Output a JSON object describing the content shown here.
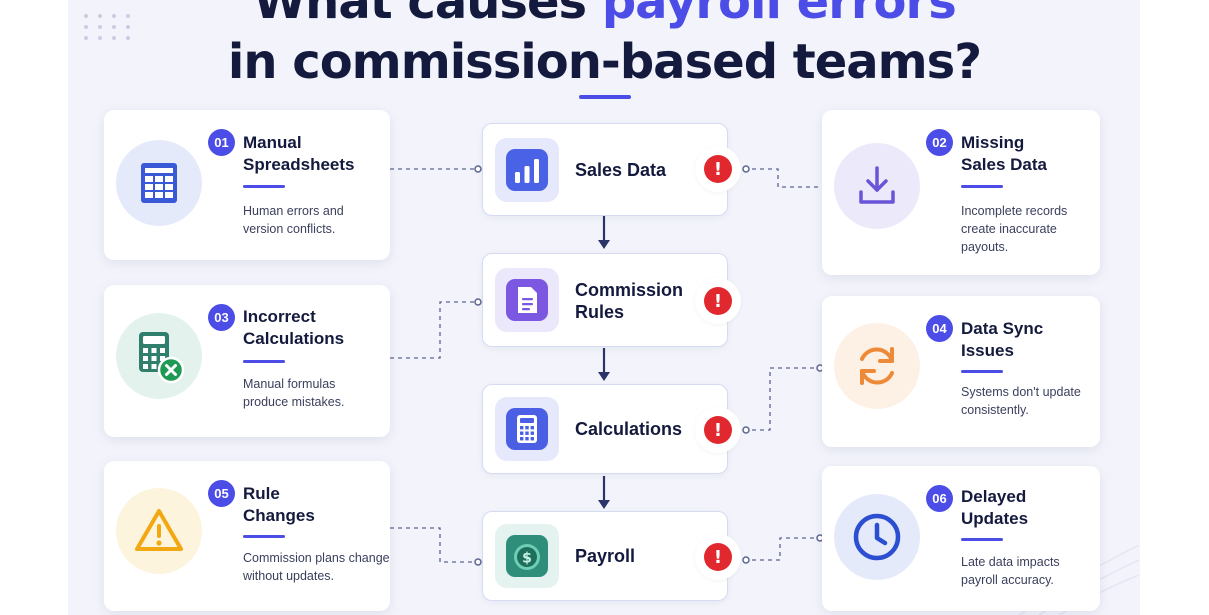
{
  "title": {
    "line1_prefix": "What causes ",
    "line1_highlight": "payroll errors",
    "line2": "in commission-based teams?"
  },
  "colors": {
    "accent": "#4b4de6",
    "alert": "#e0282e",
    "ink": "#141a3d"
  },
  "flow": [
    {
      "label": "Sales Data",
      "icon": "bar-chart-icon"
    },
    {
      "label": "Commission\nRules",
      "icon": "document-icon"
    },
    {
      "label": "Calculations",
      "icon": "calculator-icon"
    },
    {
      "label": "Payroll",
      "icon": "money-bag-icon"
    }
  ],
  "alert_symbol": "!",
  "causes": [
    {
      "num": "01",
      "title": "Manual\nSpreadsheets",
      "desc": "Human errors and\nversion conflicts.",
      "icon": "spreadsheet-icon"
    },
    {
      "num": "02",
      "title": "Missing\nSales Data",
      "desc": "Incomplete records\ncreate inaccurate\npayouts.",
      "icon": "download-icon"
    },
    {
      "num": "03",
      "title": "Incorrect\nCalculations",
      "desc": "Manual formulas\nproduce mistakes.",
      "icon": "calculator-error-icon"
    },
    {
      "num": "04",
      "title": "Data Sync\nIssues",
      "desc": "Systems don't update\nconsistently.",
      "icon": "sync-icon"
    },
    {
      "num": "05",
      "title": "Rule\nChanges",
      "desc": "Commission plans change\nwithout updates.",
      "icon": "warning-icon"
    },
    {
      "num": "06",
      "title": "Delayed\nUpdates",
      "desc": "Late data impacts\npayroll accuracy.",
      "icon": "clock-icon"
    }
  ]
}
